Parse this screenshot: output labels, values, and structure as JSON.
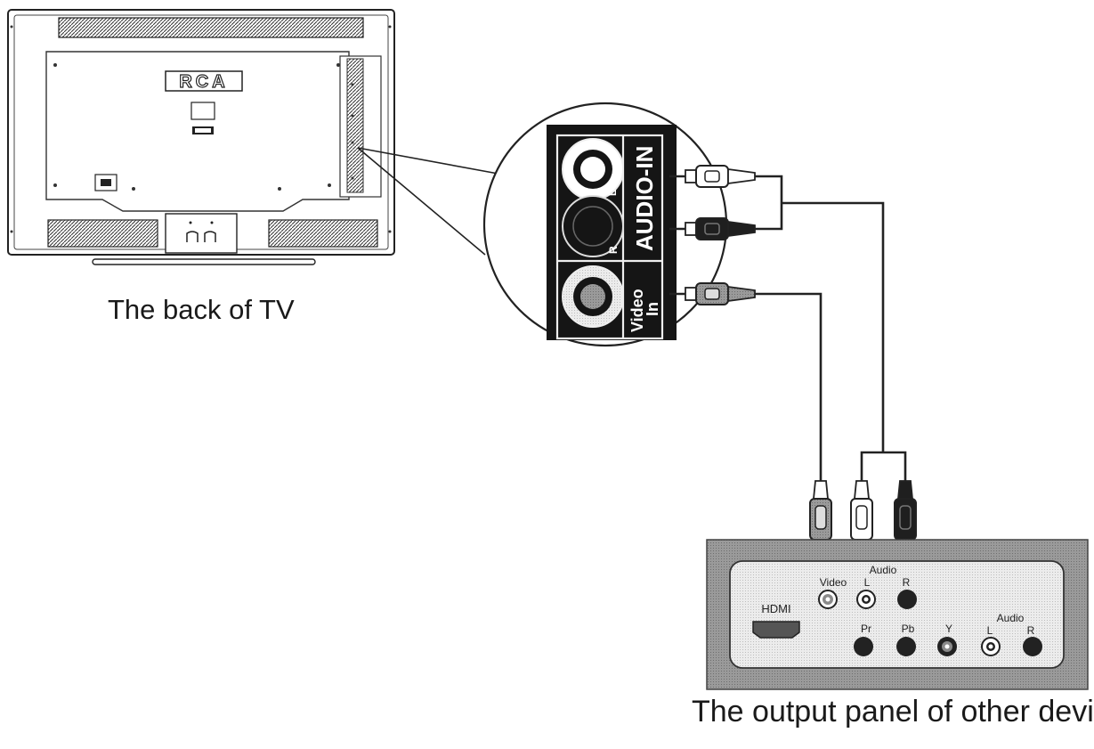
{
  "tv": {
    "brand_logo": "RCA",
    "caption": "The back of TV"
  },
  "tv_jacks": {
    "audio_in_label": "AUDIO-IN",
    "left_label": "L",
    "right_label": "R",
    "video_label_line1": "Video",
    "video_label_line2": "In"
  },
  "device": {
    "caption": "The output panel of other device",
    "hdmi_label": "HDMI",
    "video_label": "Video",
    "audio_label_top": "Audio",
    "audio_l_top": "L",
    "audio_r_top": "R",
    "pr_label": "Pr",
    "pb_label": "Pb",
    "y_label": "Y",
    "audio_label_bottom": "Audio",
    "audio_l_bottom": "L",
    "audio_r_bottom": "R"
  },
  "colors": {
    "line": "#1a1a1a",
    "gray_fill": "#9c9c9c",
    "light_fill": "#e6e6e6",
    "dark_fill": "#222222"
  }
}
